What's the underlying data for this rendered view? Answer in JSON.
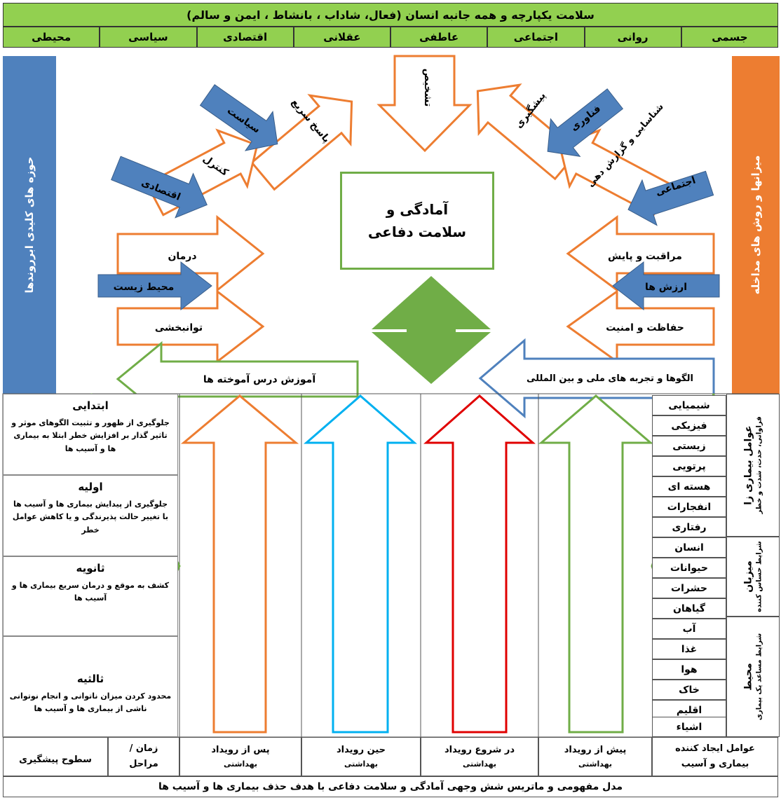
{
  "header": {
    "title": "سلامت یکپارچه و همه جانبه انسان (فعال، شاداب ، بانشاط ، ایمن و سالم)",
    "dimensions": [
      "جسمی",
      "روانی",
      "اجتماعی",
      "عاطفی",
      "عقلانی",
      "اقتصادی",
      "سیاسی",
      "محیطی"
    ]
  },
  "left_side_title": "حوزه های کلیدی ابرروندها",
  "right_side_title": "میزانها و روش های مداخله",
  "center_title": "آمادگی و سلامت دفاعی",
  "arc_left": [
    "کنترل",
    "پاسخ سریع",
    "درمان",
    "توانبخشی"
  ],
  "arc_right": [
    "تشخیص",
    "پیشگیری",
    "شناسایی و گزارش دهی",
    "مراقبت و پایش",
    "حفاظت و امنیت"
  ],
  "blue_left": [
    "سیاست",
    "اقتصادی",
    "محیط زیست"
  ],
  "blue_right": [
    "فناوری",
    "اجتماعی",
    "ارزش ها"
  ],
  "lessons_arrow": "آموزش درس آموخته ها",
  "patterns_arrow": "الگوها و تجربه های ملی و بین المللی",
  "levels": [
    {
      "title": "ابتدایی",
      "desc": "جلوگیری از ظهور و تثبیت الگوهای موثر و تاثیر گذار بر افزایش خطر ابتلا به بیماری ها و آسیب ها"
    },
    {
      "title": "اولیه",
      "desc": "جلوگیری از پیدایش بیماری ها و آسیب ها با تغییر حالت پذیرندگی و یا کاهش عوامل خطر"
    },
    {
      "title": "ثانویه",
      "desc": "کشف به موقع و درمان سریع بیماری ها و آسیب ها"
    },
    {
      "title": "ثالثیه",
      "desc": "محدود کردن میزان ناتوانی و انجام نوتوانی ناشی از بیماری ها و آسیب ها"
    }
  ],
  "factors": [
    "شیمیایی",
    "فیزیکی",
    "زیستی",
    "پرتویی",
    "هسته ای",
    "انفجارات",
    "رفتاری",
    "انسان",
    "حیوانات",
    "حشرات",
    "گیاهان",
    "آب",
    "غذا",
    "هوا",
    "خاک",
    "اقلیم",
    "اشیاء"
  ],
  "groups": [
    {
      "title": "عوامل بیماری زا",
      "sub": "فراوانی، حدت، شدت و خطر"
    },
    {
      "title": "میزبان",
      "sub": "شرایط حساس کننده"
    },
    {
      "title": "محیط",
      "sub": "شرایط مساعد یک بیماری"
    }
  ],
  "bottom": {
    "cause": [
      "عوامل ایجاد کننده",
      "بیماری و آسیب"
    ],
    "pre": [
      "پیش از رویداد",
      "بهداشتی"
    ],
    "start": [
      "در شروع رویداد",
      "بهداشتی"
    ],
    "during": [
      "حین رویداد",
      "بهداشتی"
    ],
    "post": [
      "پس از رویداد",
      "بهداشتی"
    ],
    "time": [
      "زمان /",
      "مراحل"
    ],
    "levels": "سطوح پیشگیری"
  },
  "footer": "مدل مفهومی و ماتریس شش وجهی آمادگی و سلامت دفاعی با هدف حذف بیماری ها و آسیب ها",
  "colors": {
    "green": "#92d050",
    "blue": "#4f81bd",
    "orange": "#ed7d31",
    "dark_green": "#70ad47",
    "cyan": "#00b0f0",
    "red": "#e00000"
  }
}
